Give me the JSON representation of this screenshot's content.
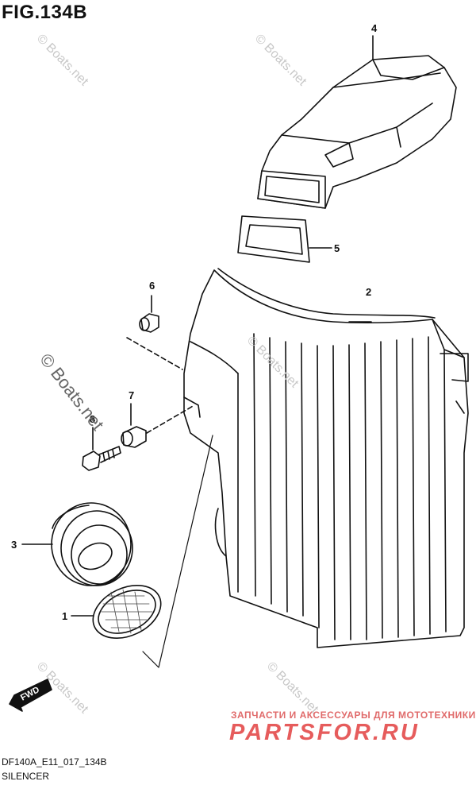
{
  "figure": {
    "title": "FIG.134B",
    "code": "DF140A_E11_017_134B",
    "caption": "SILENCER"
  },
  "callouts": [
    "1",
    "2",
    "3",
    "4",
    "5",
    "6",
    "7",
    "8"
  ],
  "watermark": {
    "main": "© Boats.net",
    "small": "© Boats.net"
  },
  "shop": {
    "subtitle": "ЗАПЧАСТИ И АКСЕССУАРЫ ДЛЯ МОТОТЕХНИКИ",
    "logo": "PARTSFOR.RU",
    "color": "#e65c5c"
  },
  "fwd": {
    "label": "FWD"
  },
  "colors": {
    "line": "#111111",
    "watermark": "#c8c8c8"
  }
}
